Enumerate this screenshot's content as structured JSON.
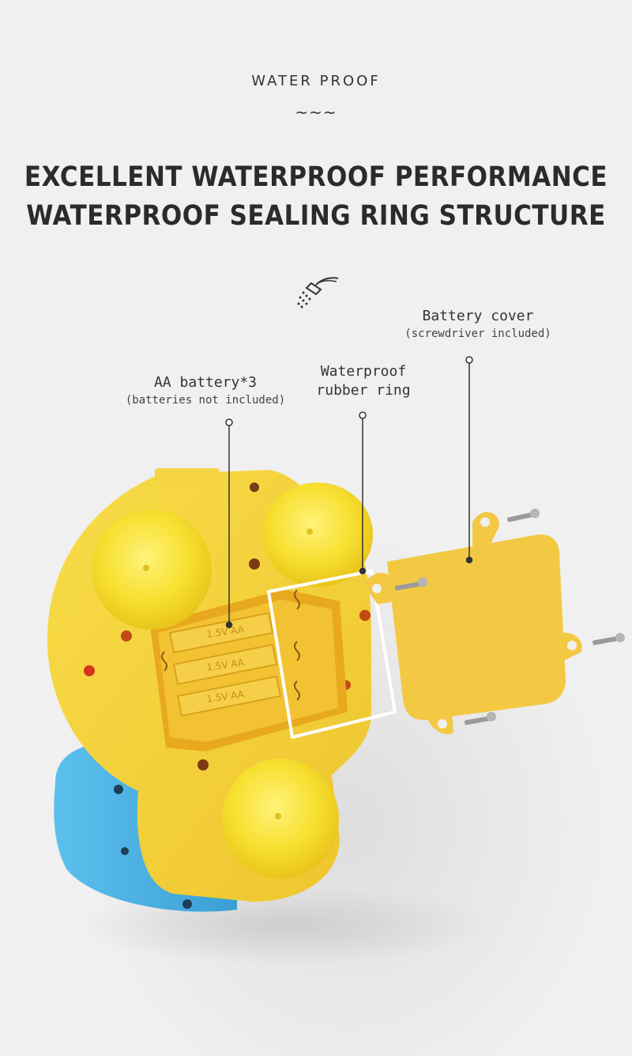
{
  "header": {
    "section_label": "WATER PROOF",
    "decoration": "~~~",
    "headline_line1": "EXCELLENT WATERPROOF PERFORMANCE",
    "headline_line2": "WATERPROOF SEALING RING STRUCTURE"
  },
  "icons": {
    "shower": "shower-icon"
  },
  "callouts": {
    "battery": {
      "label": "AA battery*3",
      "note": "(batteries not included)"
    },
    "ring": {
      "label_line1": "Waterproof",
      "label_line2": "rubber ring"
    },
    "cover": {
      "label": "Battery cover",
      "note": "(screwdriver included)"
    }
  },
  "battery_labels": [
    "1.5V AA",
    "1.5V AA",
    "1.5V AA"
  ],
  "colors": {
    "background": "#f0f0f0",
    "body_yellow": "#f4d23c",
    "suction_yellow": "#f7e030",
    "compartment_orange": "#f2c233",
    "blue_shell": "#4fb6e6",
    "cover_yellow": "#f3c944",
    "ring_white": "#ffffff"
  }
}
